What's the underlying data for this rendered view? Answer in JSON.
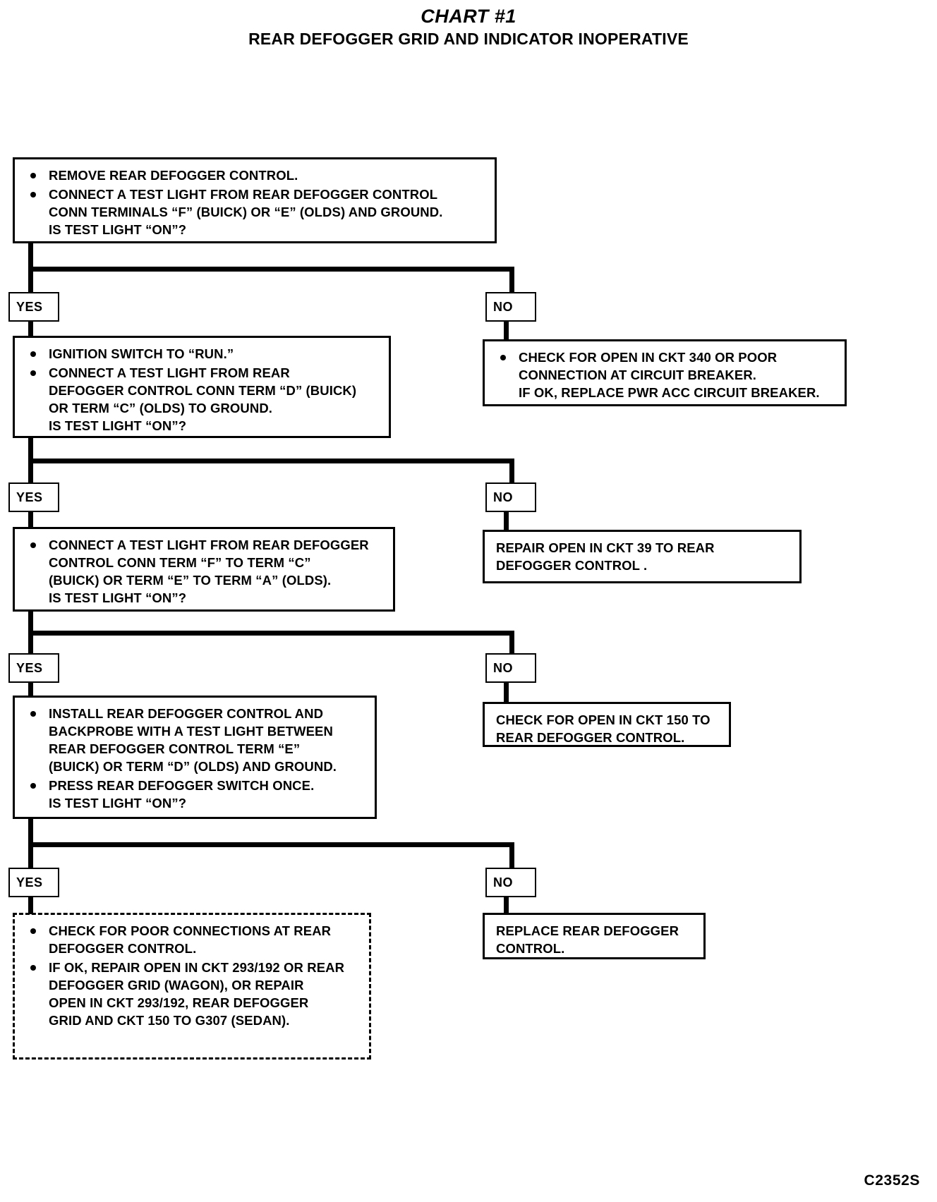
{
  "chart": {
    "title": "CHART #1",
    "subtitle": "REAR DEFOGGER GRID AND INDICATOR INOPERATIVE",
    "footer_code": "C2352S",
    "labels": {
      "yes": "YES",
      "no": "NO"
    }
  },
  "steps": [
    {
      "id": "step-1",
      "lines": [
        "REMOVE REAR DEFOGGER CONTROL.",
        "CONNECT A TEST LIGHT FROM REAR DEFOGGER CONTROL\nCONN TERMINALS “F” (BUICK) OR “E” (OLDS) AND GROUND.\nIS TEST LIGHT “ON”?"
      ]
    },
    {
      "id": "step-2",
      "lines": [
        "IGNITION SWITCH TO “RUN.”",
        "CONNECT A TEST LIGHT FROM REAR\nDEFOGGER CONTROL CONN TERM “D” (BUICK)\nOR TERM “C” (OLDS) TO GROUND.\nIS TEST LIGHT “ON”?"
      ]
    },
    {
      "id": "step-3",
      "lines": [
        "CONNECT A TEST LIGHT FROM REAR DEFOGGER\nCONTROL CONN TERM “F” TO TERM “C”\n(BUICK) OR TERM “E” TO TERM “A” (OLDS).\nIS TEST LIGHT “ON”?"
      ]
    },
    {
      "id": "step-4",
      "lines": [
        "INSTALL REAR DEFOGGER CONTROL AND\nBACKPROBE WITH A TEST LIGHT BETWEEN\nREAR DEFOGGER CONTROL TERM “E”\n(BUICK) OR TERM “D” (OLDS) AND GROUND.",
        "PRESS REAR DEFOGGER SWITCH ONCE.\nIS TEST LIGHT “ON”?"
      ]
    }
  ],
  "outcomes": [
    {
      "id": "outcome-no-1",
      "bulleted": true,
      "lines": [
        "CHECK FOR OPEN IN CKT 340 OR POOR\nCONNECTION AT CIRCUIT BREAKER.\nIF OK, REPLACE PWR ACC CIRCUIT BREAKER."
      ]
    },
    {
      "id": "outcome-no-2",
      "bulleted": false,
      "lines": [
        "REPAIR OPEN IN CKT 39 TO REAR\nDEFOGGER CONTROL ."
      ]
    },
    {
      "id": "outcome-no-3",
      "bulleted": false,
      "lines": [
        "CHECK FOR OPEN IN CKT 150 TO\nREAR DEFOGGER CONTROL."
      ]
    },
    {
      "id": "outcome-no-4",
      "bulleted": false,
      "lines": [
        "REPLACE REAR DEFOGGER\nCONTROL."
      ]
    },
    {
      "id": "outcome-final-yes",
      "bulleted": true,
      "lines": [
        "CHECK FOR POOR CONNECTIONS AT REAR\nDEFOGGER CONTROL.",
        "IF OK, REPAIR OPEN IN CKT 293/192 OR REAR\nDEFOGGER GRID (WAGON), OR REPAIR\nOPEN IN CKT 293/192, REAR DEFOGGER\nGRID AND CKT 150 TO G307 (SEDAN)."
      ]
    }
  ]
}
